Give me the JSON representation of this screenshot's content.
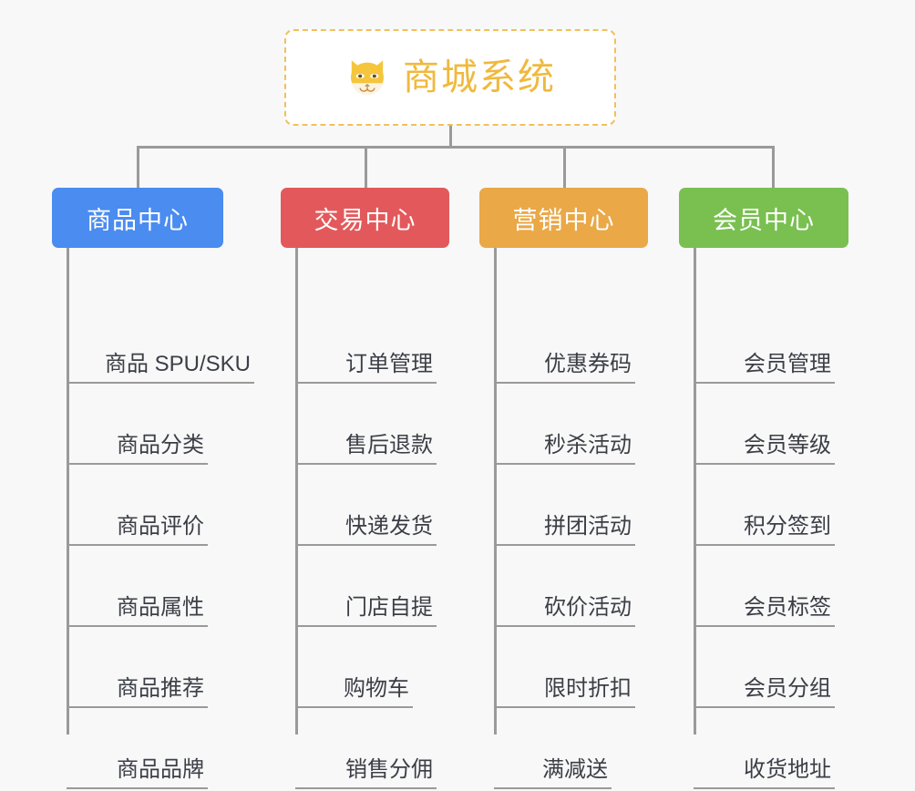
{
  "page": {
    "background_color": "#f8f8f9",
    "connector_color": "#9a9a9a"
  },
  "root": {
    "title": "商城系统",
    "icon": "shiba-dog-icon",
    "text_color": "#f0b93c",
    "border_color": "#f2c05a",
    "background_color": "#ffffff"
  },
  "categories": [
    {
      "label": "商品中心",
      "color": "#4a8cf0",
      "items": [
        "商品 SPU/SKU",
        "商品分类",
        "商品评价",
        "商品属性",
        "商品推荐",
        "商品品牌"
      ]
    },
    {
      "label": "交易中心",
      "color": "#e3595b",
      "items": [
        "订单管理",
        "售后退款",
        "快递发货",
        "门店自提",
        "购物车",
        "销售分佣"
      ]
    },
    {
      "label": "营销中心",
      "color": "#eaa847",
      "items": [
        "优惠券码",
        "秒杀活动",
        "拼团活动",
        "砍价活动",
        "限时折扣",
        "满减送"
      ]
    },
    {
      "label": "会员中心",
      "color": "#79c050",
      "items": [
        "会员管理",
        "会员等级",
        "积分签到",
        "会员标签",
        "会员分组",
        "收货地址"
      ]
    }
  ]
}
